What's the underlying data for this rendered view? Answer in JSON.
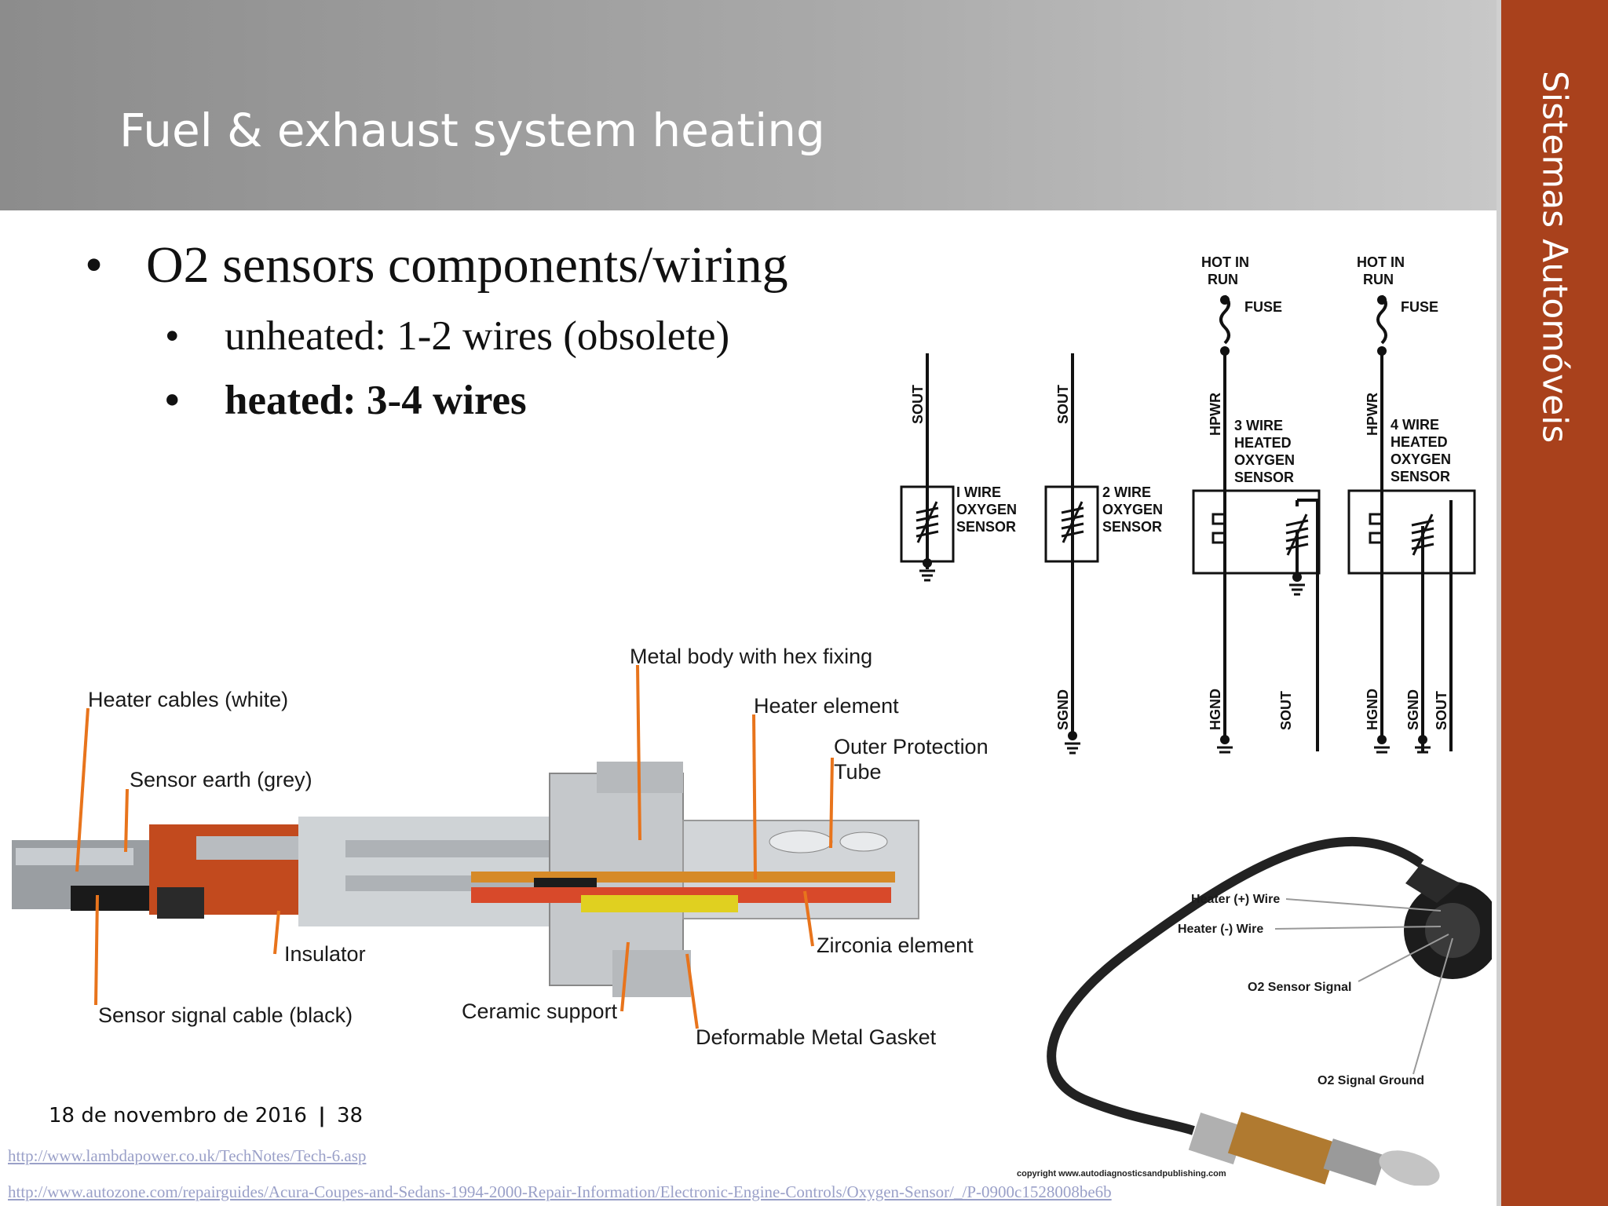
{
  "slide": {
    "title": "Fuel & exhaust system heating",
    "side_label": "Sistemas Automóveis",
    "bullet_marker": "•",
    "bullets": [
      {
        "text": "O2 sensors components/wiring",
        "level": 1
      },
      {
        "text": "unheated: 1-2 wires (obsolete)",
        "level": 2
      },
      {
        "text": "heated: 3-4 wires",
        "level": 2,
        "bold": true
      }
    ],
    "footer": {
      "date": "18 de novembro de 2016",
      "separator": "|",
      "page": "38"
    },
    "links": [
      "http://www.lambdapower.co.uk/TechNotes/Tech-6.asp",
      "http://www.autozone.com/repairguides/Acura-Coupes-and-Sedans-1994-2000-Repair-Information/Electronic-Engine-Controls/Oxygen-Sensor/_/P-0900c1528008be6b"
    ]
  },
  "wiring_diagram": {
    "s1": {
      "sig": "SOUT",
      "label": [
        "I WIRE",
        "OXYGEN",
        "SENSOR"
      ]
    },
    "s2": {
      "sig": "SOUT",
      "gnd": "SGND",
      "label": [
        "2 WIRE",
        "OXYGEN",
        "SENSOR"
      ]
    },
    "s3": {
      "hot": [
        "HOT IN",
        "RUN"
      ],
      "fuse": "FUSE",
      "pwr": "HPWR",
      "label": [
        "3 WIRE",
        "HEATED",
        "OXYGEN",
        "SENSOR"
      ],
      "hgnd": "HGND",
      "sout": "SOUT"
    },
    "s4": {
      "hot": [
        "HOT IN",
        "RUN"
      ],
      "fuse": "FUSE",
      "pwr": "HPWR",
      "label": [
        "4 WIRE",
        "HEATED",
        "OXYGEN",
        "SENSOR"
      ],
      "hgnd": "HGND",
      "sgnd": "SGND",
      "sout": "SOUT"
    }
  },
  "cutaway": {
    "heater_cables": "Heater cables (white)",
    "sensor_earth": "Sensor earth (grey)",
    "insulator": "Insulator",
    "signal_cable": "Sensor signal cable (black)",
    "ceramic_support": "Ceramic support",
    "metal_body": "Metal body with hex fixing",
    "heater_element": "Heater element",
    "outer_tube": [
      "Outer Protection",
      "Tube"
    ],
    "zirconia": "Zirconia element",
    "gasket": "Deformable Metal Gasket"
  },
  "sensor_photo": {
    "heater_pos": "Heater (+) Wire",
    "heater_neg": "Heater (-) Wire",
    "o2_signal": "O2 Sensor Signal",
    "o2_ground": "O2 Signal Ground",
    "copyright": "copyright www.autodiagnosticsandpublishing.com"
  },
  "colors": {
    "side_bar": "#a9411c",
    "title_text": "#ffffff",
    "callout_line": "#e8741c",
    "link": "#9aa0c8"
  }
}
